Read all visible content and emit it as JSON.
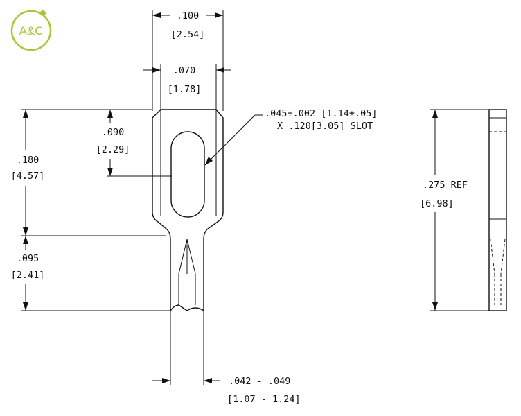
{
  "logo": {
    "text": "A&C",
    "color": "#a6c838"
  },
  "dimensions": {
    "overall_width": {
      "inch": ".100",
      "mm": "[2.54]"
    },
    "slot_width_top": {
      "inch": ".070",
      "mm": "[1.78]"
    },
    "slot_callout": {
      "line1": ".045±.002 [1.14±.05]",
      "line2": "X .120[3.05] SLOT"
    },
    "slot_center_height": {
      "inch": ".090",
      "mm": "[2.29]"
    },
    "head_height": {
      "inch": ".180",
      "mm": "[4.57]"
    },
    "tail_height": {
      "inch": ".095",
      "mm": "[2.41]"
    },
    "tail_width": {
      "inch": ".042 - .049",
      "mm": "[1.07 - 1.24]"
    },
    "side_length": {
      "inch": ".275 REF",
      "mm": "[6.98]"
    }
  }
}
